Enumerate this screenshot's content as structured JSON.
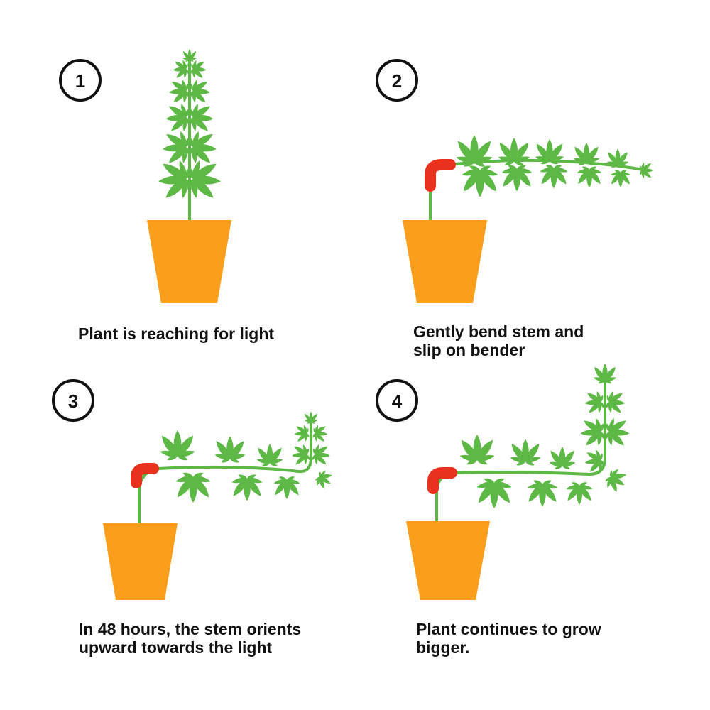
{
  "colors": {
    "stem": "#5db846",
    "leaf": "#5db846",
    "pot": "#fb9e1c",
    "bender": "#e8321e",
    "text": "#111111"
  },
  "steps": [
    {
      "number": "1",
      "caption_lines": [
        "Plant is reaching for light"
      ]
    },
    {
      "number": "2",
      "caption_lines": [
        "Gently bend stem and",
        "slip on bender"
      ]
    },
    {
      "number": "3",
      "caption_lines": [
        "In 48 hours, the stem orients",
        "upward towards the light"
      ]
    },
    {
      "number": "4",
      "caption_lines": [
        "Plant continues to grow",
        "bigger."
      ]
    }
  ]
}
